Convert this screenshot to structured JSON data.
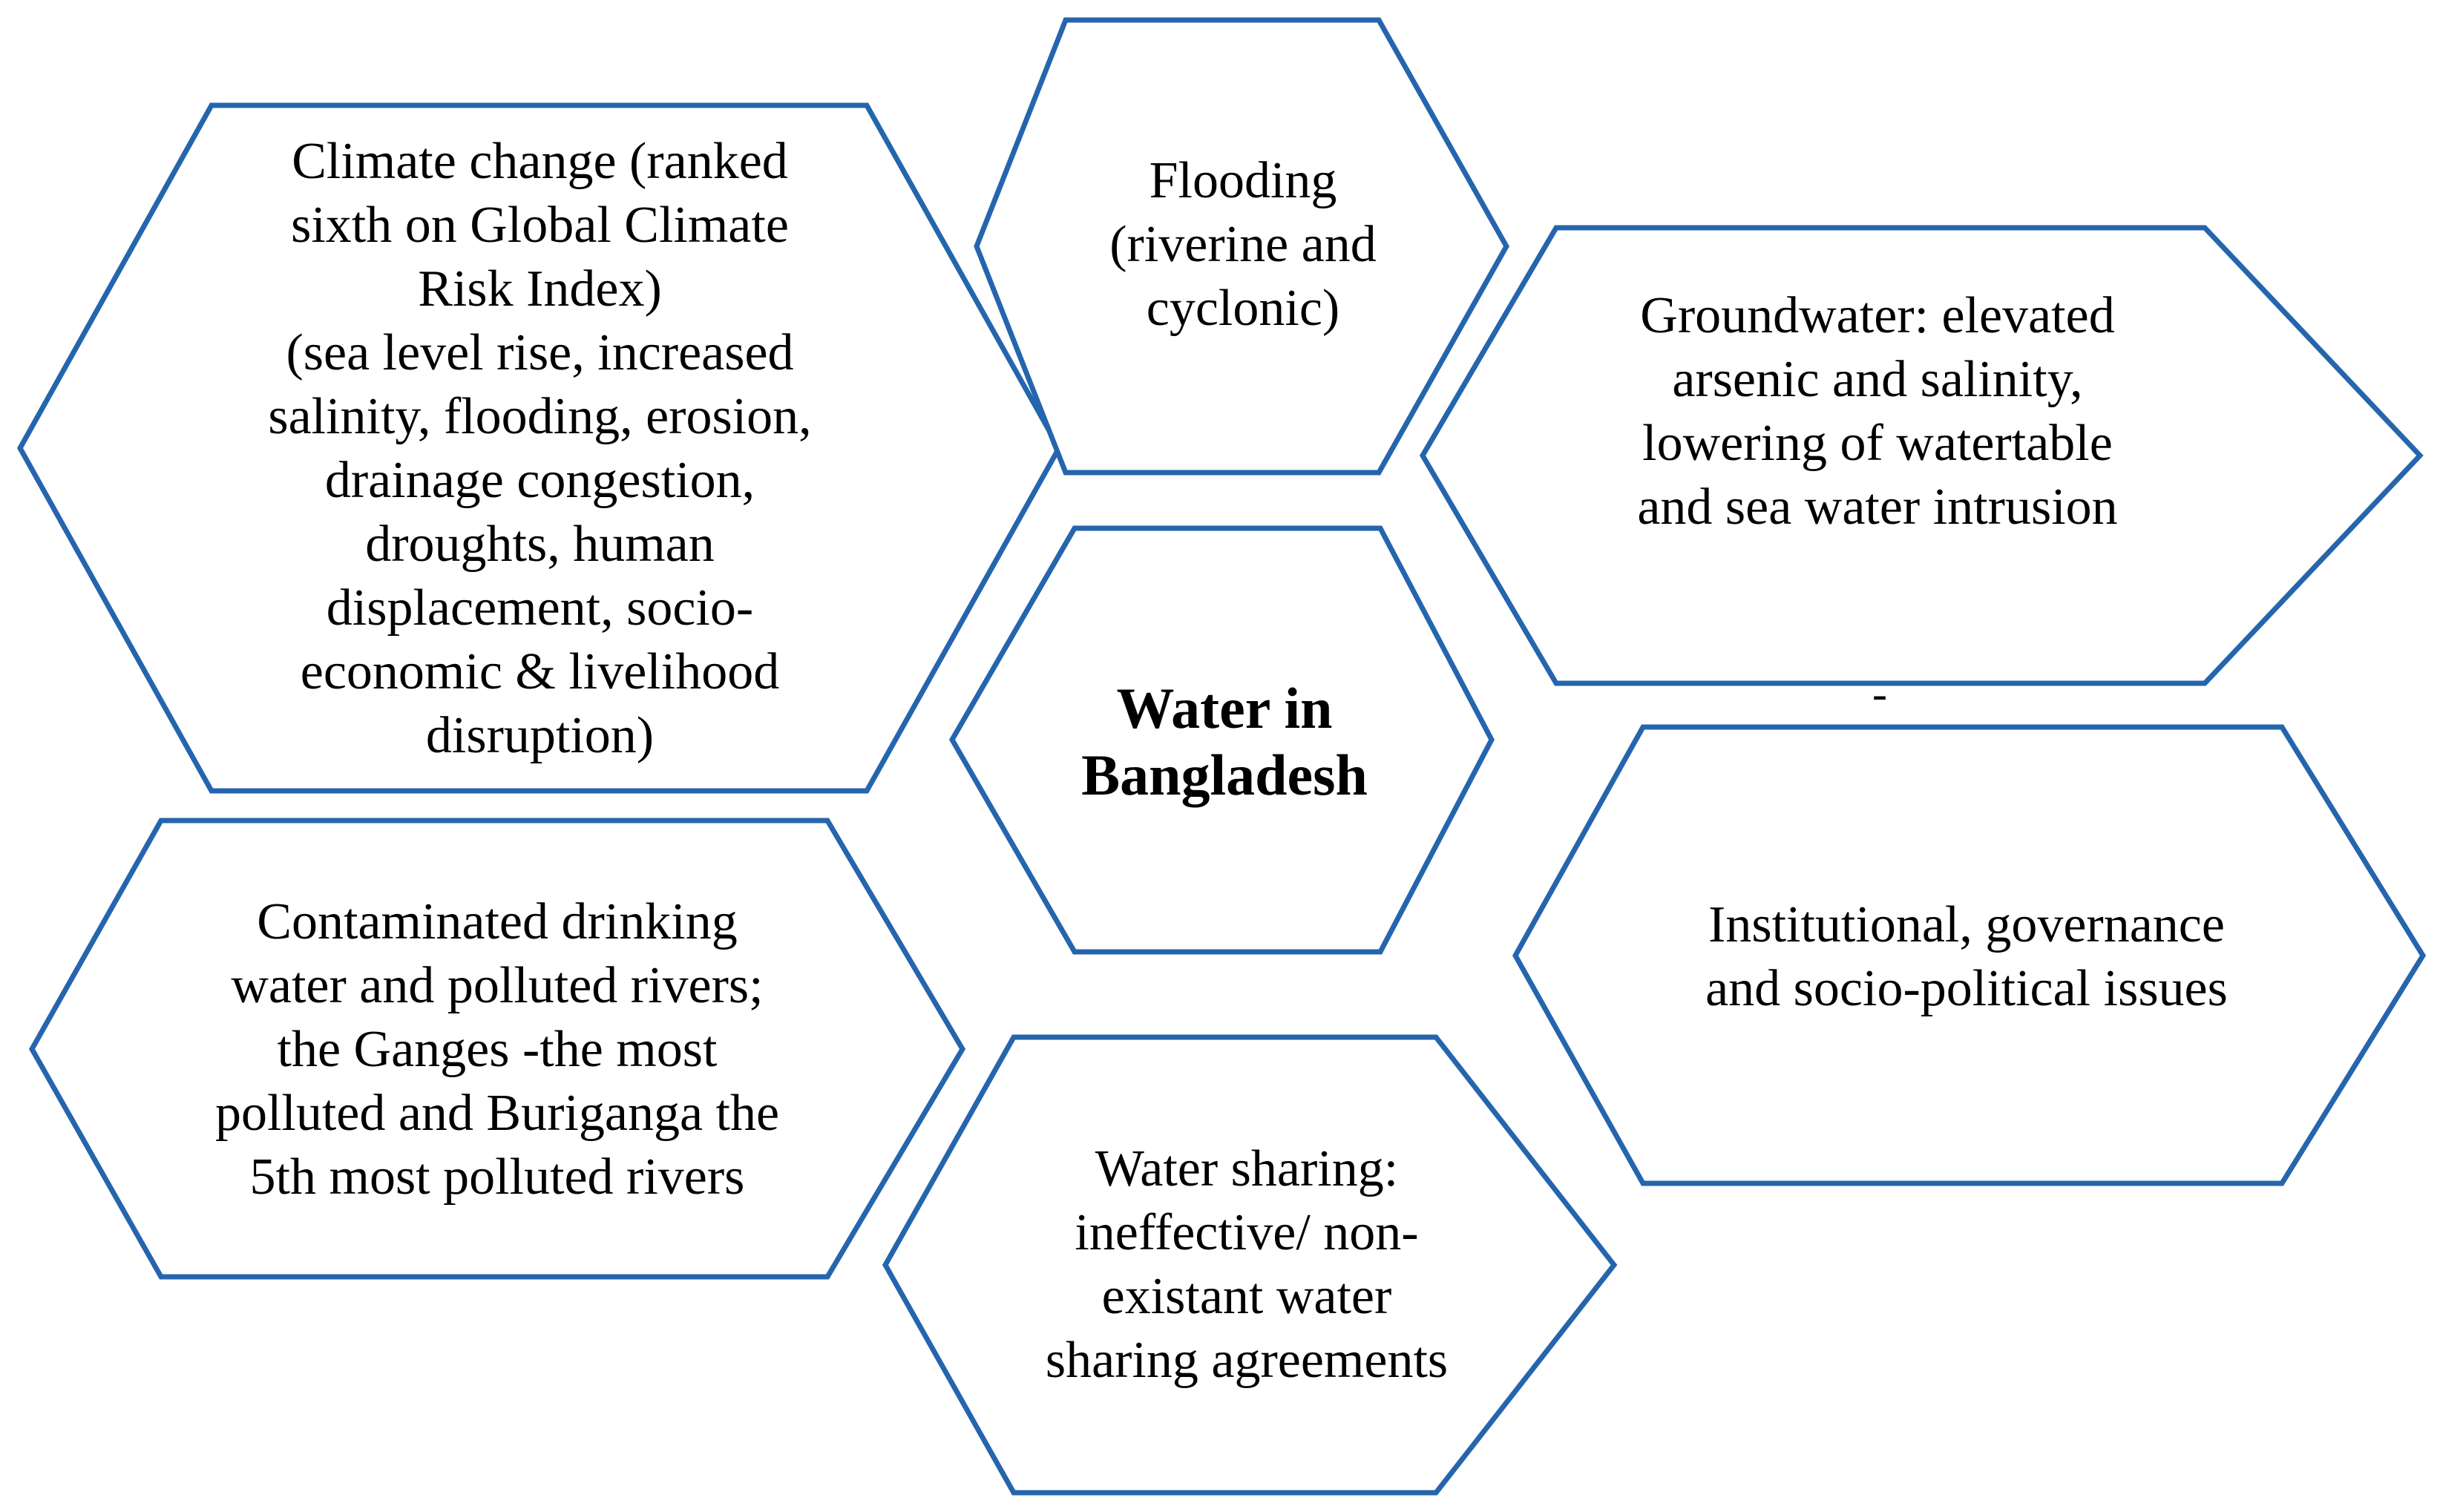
{
  "diagram": {
    "type": "hexagon-cluster",
    "outline_color": "#2565ad",
    "center": {
      "label": "Water in\nBangladesh"
    },
    "issues": [
      {
        "id": "climate-change",
        "label": "Climate change (ranked\nsixth on Global Climate\nRisk Index)\n(sea level rise, increased\nsalinity, flooding, erosion,\ndrainage congestion,\ndroughts, human\ndisplacement, socio-\neconomic & livelihood\ndisruption)"
      },
      {
        "id": "flooding",
        "label": "Flooding\n(riverine and\ncyclonic)"
      },
      {
        "id": "groundwater",
        "label": "Groundwater: elevated\narsenic and salinity,\nlowering of watertable\nand sea water intrusion"
      },
      {
        "id": "contaminated-water",
        "label": "Contaminated drinking\nwater and polluted rivers;\nthe Ganges -the most\npolluted and Buriganga the\n5th most polluted rivers"
      },
      {
        "id": "institutional",
        "label": "Institutional, governance\nand socio-political issues"
      },
      {
        "id": "water-sharing",
        "label": "Water sharing:\nineffective/ non-\nexistant water\nsharing agreements"
      }
    ],
    "stray_mark": "-"
  }
}
